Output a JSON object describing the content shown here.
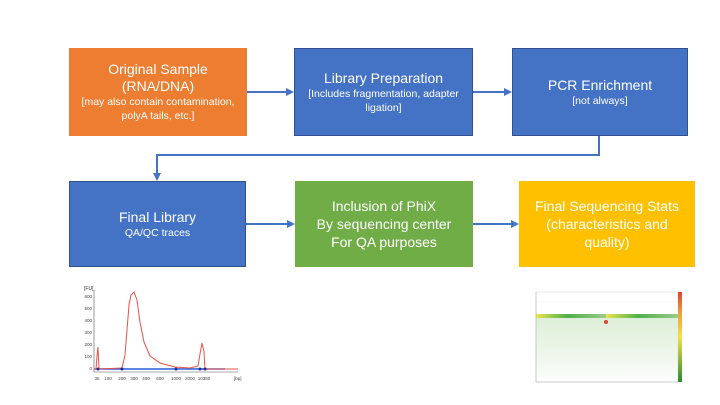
{
  "boxes": {
    "original_sample": {
      "line1": "Original Sample",
      "line2": "(RNA/DNA)",
      "note1": "[may also contain contamination,",
      "note2": "polyA tails, etc.]",
      "color": "#ED7D31"
    },
    "library_prep": {
      "title": "Library Preparation",
      "note1": "[Includes fragmentation, adapter",
      "note2": "ligation]",
      "color": "#4472C4"
    },
    "pcr": {
      "title": "PCR Enrichment",
      "note": "[not always]",
      "color": "#4472C4"
    },
    "final_library": {
      "title": "Final Library",
      "note": "QA/QC traces",
      "color": "#4472C4"
    },
    "phix": {
      "line1": "Inclusion of PhiX",
      "line2": "By sequencing center",
      "line3": "For QA purposes",
      "color": "#70AD47"
    },
    "final_stats": {
      "line1": "Final Sequencing Stats",
      "line2": "(characteristics and",
      "line3": "quality)",
      "color": "#FFC000"
    }
  },
  "connector_color": "#4472C4",
  "bioanalyzer": {
    "y_unit": "[FU]",
    "x_unit": "[bp]",
    "y_ticks": [
      "600",
      "500",
      "400",
      "300",
      "200",
      "100",
      "0"
    ],
    "x_ticks": [
      "35",
      "100",
      "200",
      "300",
      "400",
      "600",
      "1000",
      "2000",
      "10380"
    ],
    "trace_color": "#E8524A"
  },
  "quality_plot": {
    "colors": {
      "good": "#2E8B2E",
      "mid": "#F2E14C",
      "bad": "#E0442E"
    }
  }
}
